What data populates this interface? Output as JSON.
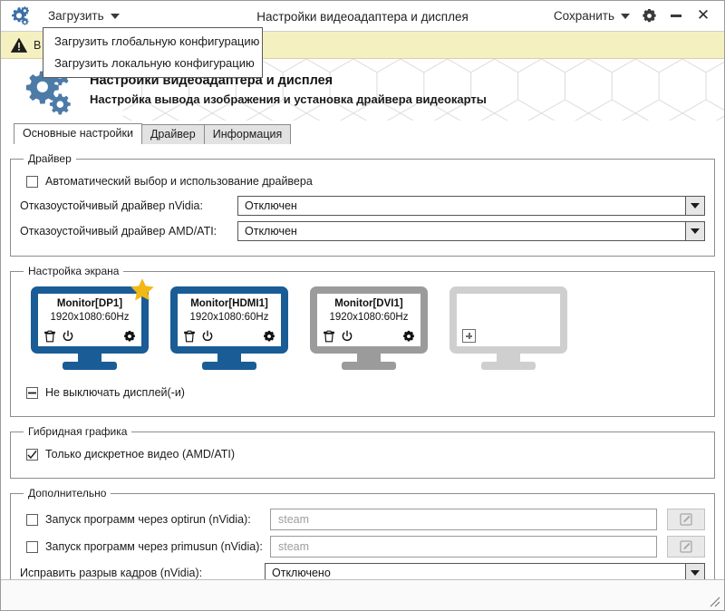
{
  "titlebar": {
    "app_icon": "gears-icon",
    "load_menu_label": "Загрузить",
    "window_title": "Настройки видеоадаптера и дисплея",
    "save_menu_label": "Сохранить",
    "settings_icon": "gear-icon",
    "minimize_icon": "minimize-icon",
    "close_icon": "close-icon",
    "close_glyph": "✕"
  },
  "dropdown": {
    "items": [
      {
        "label": "Загрузить глобальную конфигурацию"
      },
      {
        "label": "Загрузить локальную конфигурацию"
      }
    ]
  },
  "warning": {
    "icon": "warning-triangle-icon",
    "text": "В",
    "background": "#f5f0c0"
  },
  "hero": {
    "icon": "gears-icon",
    "title": "Настройки видеоадаптера и дисплея",
    "subtitle": "Настройка вывода изображения и установка драйвера видеокарты"
  },
  "tabs": [
    {
      "label": "Основные настройки",
      "active": true
    },
    {
      "label": "Драйвер",
      "active": false
    },
    {
      "label": "Информация",
      "active": false
    }
  ],
  "driver_group": {
    "legend": "Драйвер",
    "auto_checkbox": {
      "label": "Автоматический выбор и использование драйвера",
      "state": "unchecked"
    },
    "nvidia": {
      "label": "Отказоустойчивый драйвер nVidia:",
      "value": "Отключен"
    },
    "amd": {
      "label": "Отказоустойчивый драйвер AMD/ATI:",
      "value": "Отключен"
    }
  },
  "screen_group": {
    "legend": "Настройка экрана",
    "monitors": [
      {
        "name": "Monitor[DP1]",
        "mode": "1920x1080:60Hz",
        "style": "active",
        "primary": true,
        "star_icon": "star-icon",
        "icons": [
          "trash-icon",
          "power-icon",
          "gear-icon"
        ],
        "color": "#1a5c96"
      },
      {
        "name": "Monitor[HDMI1]",
        "mode": "1920x1080:60Hz",
        "style": "active",
        "primary": false,
        "icons": [
          "trash-icon",
          "power-icon",
          "gear-icon"
        ],
        "color": "#1a5c96"
      },
      {
        "name": "Monitor[DVI1]",
        "mode": "1920x1080:60Hz",
        "style": "gray",
        "primary": false,
        "icons": [
          "trash-icon",
          "power-icon",
          "gear-icon"
        ],
        "color": "#9b9b9b"
      },
      {
        "name": "",
        "mode": "",
        "style": "empty",
        "primary": false,
        "icons": [
          "plus-icon"
        ],
        "color": "#cfcfcf"
      }
    ],
    "keep_on_checkbox": {
      "label": "Не выключать дисплей(-и)",
      "state": "partial"
    }
  },
  "hybrid_group": {
    "legend": "Гибридная графика",
    "discrete_checkbox": {
      "label": "Только дискретное видео (AMD/ATI)",
      "state": "checked"
    }
  },
  "extra_group": {
    "legend": "Дополнительно",
    "optirun": {
      "label": "Запуск программ через optirun (nVidia):",
      "state": "unchecked",
      "placeholder": "steam",
      "value": "",
      "edit_icon": "edit-pencil-icon"
    },
    "primusrun": {
      "label": "Запуск программ через primusun (nVidia):",
      "state": "unchecked",
      "placeholder": "steam",
      "value": "",
      "edit_icon": "edit-pencil-icon"
    },
    "tearfix": {
      "label": "Исправить разрыв кадров (nVidia):",
      "value": "Отключено"
    }
  },
  "statusbar": {
    "resize_grip_icon": "resize-grip-icon"
  }
}
